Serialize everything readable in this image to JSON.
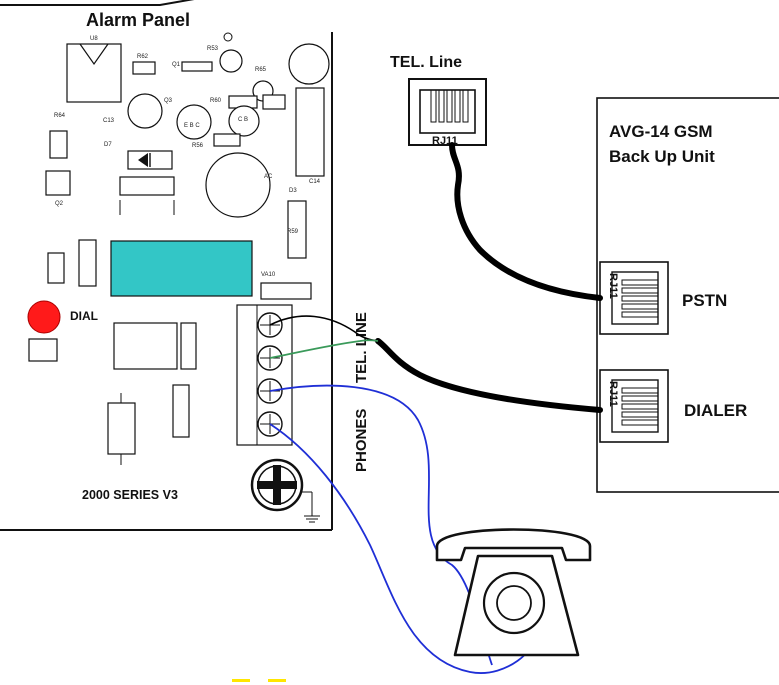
{
  "panel": {
    "title": "Alarm Panel",
    "series_label": "2000 SERIES V3",
    "dial_label": "DIAL",
    "terminal_labels": {
      "tel_line": "TEL. LINE",
      "phones": "PHONES"
    },
    "component_labels": {
      "u8": "U8",
      "r62": "R62",
      "r53": "R53",
      "q1": "Q1",
      "r65": "R65",
      "r64": "R64",
      "q3": "Q3",
      "r60": "R60",
      "c13": "C13",
      "ebc": "E B C",
      "cb": "C B",
      "c14": "C14",
      "d7": "D7",
      "r56": "R56",
      "q2": "Q2",
      "ac": "AC",
      "d3": "D3",
      "r59": "R59",
      "va10": "VA10"
    }
  },
  "tel_jack": {
    "title": "TEL. Line",
    "connector": "RJ11"
  },
  "gsm_unit": {
    "title_line1": "AVG-14 GSM",
    "title_line2": "Back Up Unit",
    "ports": [
      {
        "label": "PSTN",
        "connector": "RJ11"
      },
      {
        "label": "DIALER",
        "connector": "RJ11"
      }
    ]
  },
  "colors": {
    "dial_indicator": "#ff1a1a",
    "relay_block": "#33c6c6",
    "tel_line_wire": "#000000",
    "green_wire": "#3a9a5a",
    "phone_wire": "#1f2fd6",
    "yellow_mark": "#ffe600"
  },
  "icons": [
    "telephone-icon",
    "rj11-jack-icon",
    "ground-symbol-icon",
    "screw-terminal-icon"
  ]
}
